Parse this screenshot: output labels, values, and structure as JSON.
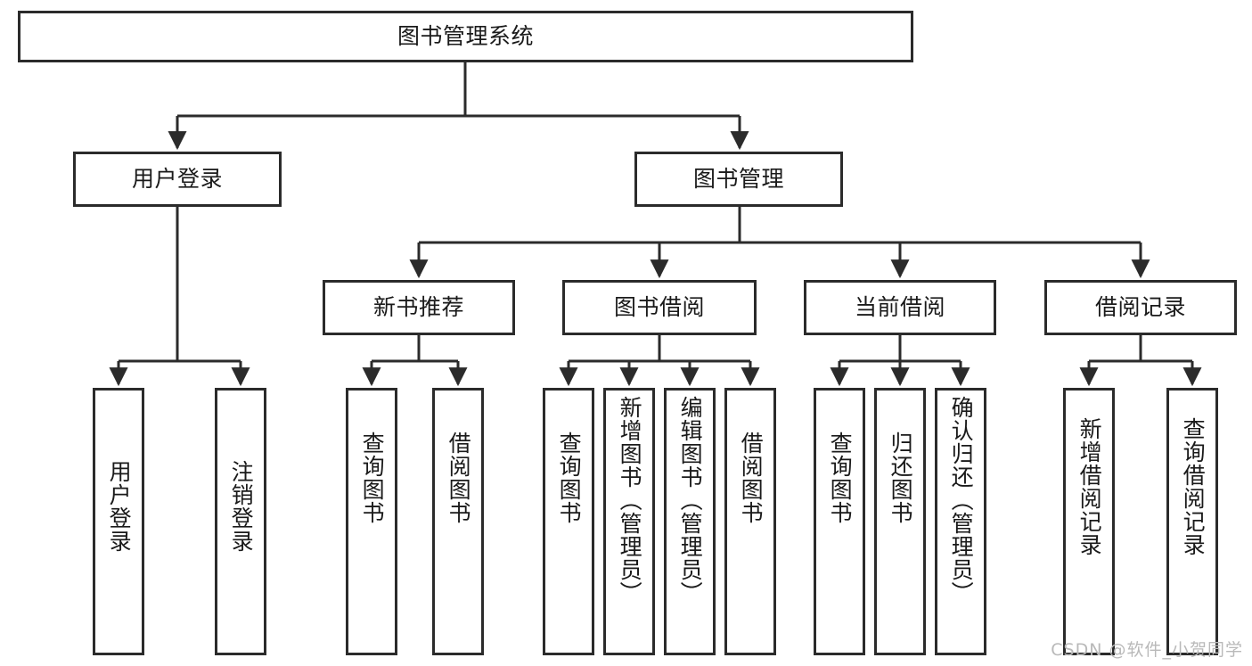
{
  "diagram": {
    "type": "hierarchy-tree",
    "title": "图书管理系统",
    "watermark": "CSDN @软件_小贺同学",
    "colors": {
      "stroke": "#2b2b2b",
      "fill": "#ffffff",
      "text": "#1a1a1a",
      "watermark": "#b9b9b9"
    },
    "nodes": {
      "root": "图书管理系统",
      "level2": [
        "用户登录",
        "图书管理"
      ],
      "level3": [
        "新书推荐",
        "图书借阅",
        "当前借阅",
        "借阅记录"
      ],
      "leaves": {
        "user_login": [
          "用户登录",
          "注销登录"
        ],
        "new_book": [
          "查询图书",
          "借阅图书"
        ],
        "book_borrow": [
          "查询图书",
          "新增图书（管理员）",
          "编辑图书（管理员）",
          "借阅图书"
        ],
        "current_borrow": [
          "查询图书",
          "归还图书",
          "确认归还（管理员）"
        ],
        "borrow_record": [
          "新增借阅记录",
          "查询借阅记录"
        ]
      }
    }
  }
}
